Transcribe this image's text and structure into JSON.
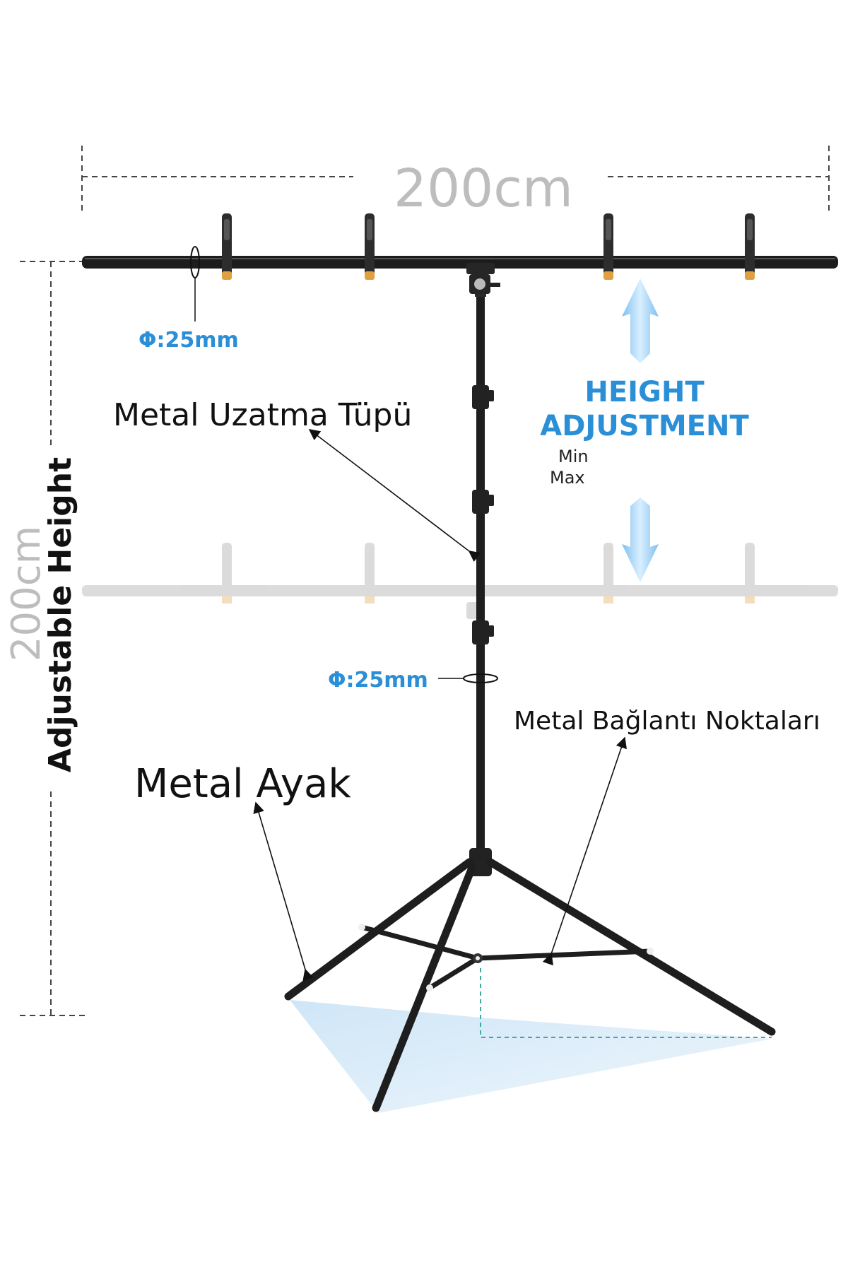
{
  "labels": {
    "width": "200cm",
    "height_value": "200cm",
    "adjustable_height": "Adjustable Height",
    "diameter_top": "Φ:25mm",
    "diameter_pole": "Φ:25mm",
    "height_adjustment_line1": "HEIGHT",
    "height_adjustment_line2": "ADJUSTMENT",
    "min": "Min",
    "max": "Max",
    "extension_tube": "Metal Uzatma Tüpü",
    "connection_points": "Metal Bağlantı Noktaları",
    "metal_leg": "Metal Ayak"
  },
  "colors": {
    "dimension_gray": "#bdbdbd",
    "accent_blue": "#2a8fd6",
    "metal": "#1c1c1c",
    "clamp_tip": "#e0a040",
    "shadow_blue": "#d2e8f8"
  }
}
